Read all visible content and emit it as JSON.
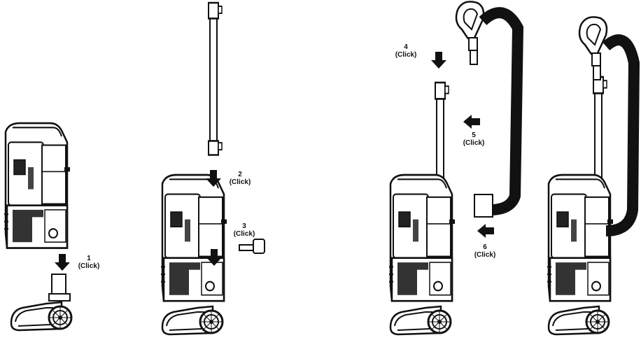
{
  "colors": {
    "ink": "#111111",
    "paper": "#ffffff",
    "mid": "#555555"
  },
  "steps": [
    {
      "number": "1",
      "action": "(Click)"
    },
    {
      "number": "2",
      "action": "(Click)"
    },
    {
      "number": "3",
      "action": "(Click)"
    },
    {
      "number": "4",
      "action": "(Click)"
    },
    {
      "number": "5",
      "action": "(Click)"
    },
    {
      "number": "6",
      "action": "(Click)"
    }
  ],
  "arrows": [
    {
      "id": "arrow-1",
      "direction": "down"
    },
    {
      "id": "arrow-2",
      "direction": "down"
    },
    {
      "id": "arrow-3",
      "direction": "down"
    },
    {
      "id": "arrow-4",
      "direction": "down"
    },
    {
      "id": "arrow-5",
      "direction": "left"
    },
    {
      "id": "arrow-6",
      "direction": "left"
    }
  ]
}
